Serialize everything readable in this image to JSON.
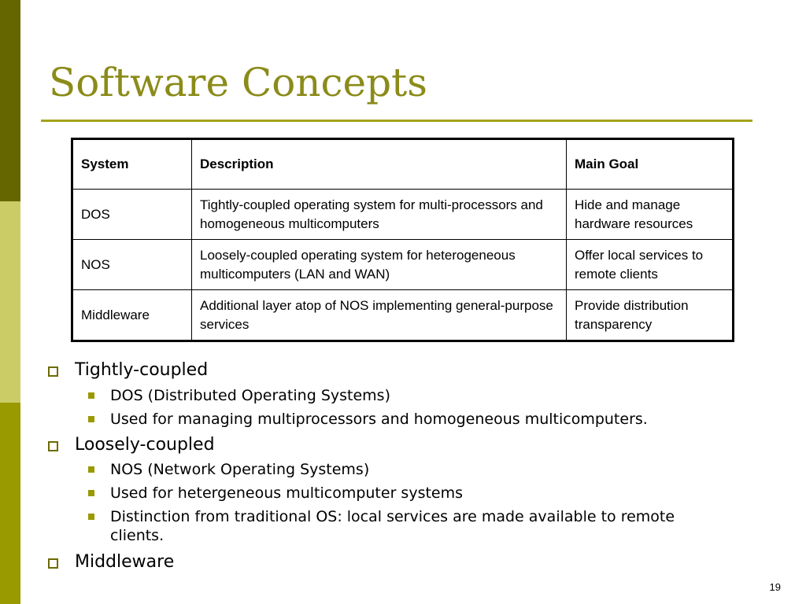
{
  "slide": {
    "title": "Software Concepts",
    "page_number": "19"
  },
  "colors": {
    "band_top": "#666600",
    "band_middle": "#cccc66",
    "band_bottom": "#999900",
    "title_text": "#8b8b1a",
    "title_rule": "#a3a31a",
    "level1_marker": "#6b6b00",
    "level2_marker": "#999900"
  },
  "table": {
    "headers": [
      "System",
      "Description",
      "Main Goal"
    ],
    "rows": [
      [
        "DOS",
        "Tightly-coupled operating system for multi-processors and homogeneous multicomputers",
        "Hide and manage hardware resources"
      ],
      [
        "NOS",
        "Loosely-coupled operating system for heterogeneous multicomputers (LAN and WAN)",
        "Offer local services to remote clients"
      ],
      [
        "Middleware",
        "Additional layer atop of NOS implementing general-purpose services",
        "Provide distribution transparency"
      ]
    ]
  },
  "bullets": [
    {
      "text": "Tightly-coupled",
      "children": [
        "DOS  (Distributed Operating Systems)",
        "Used for managing multiprocessors and homogeneous multicomputers."
      ]
    },
    {
      "text": "Loosely-coupled",
      "children": [
        "NOS (Network Operating Systems)",
        "Used for hetergeneous multicomputer systems",
        "Distinction from traditional OS: local services are made available to remote clients."
      ]
    },
    {
      "text": "Middleware",
      "children": []
    }
  ]
}
